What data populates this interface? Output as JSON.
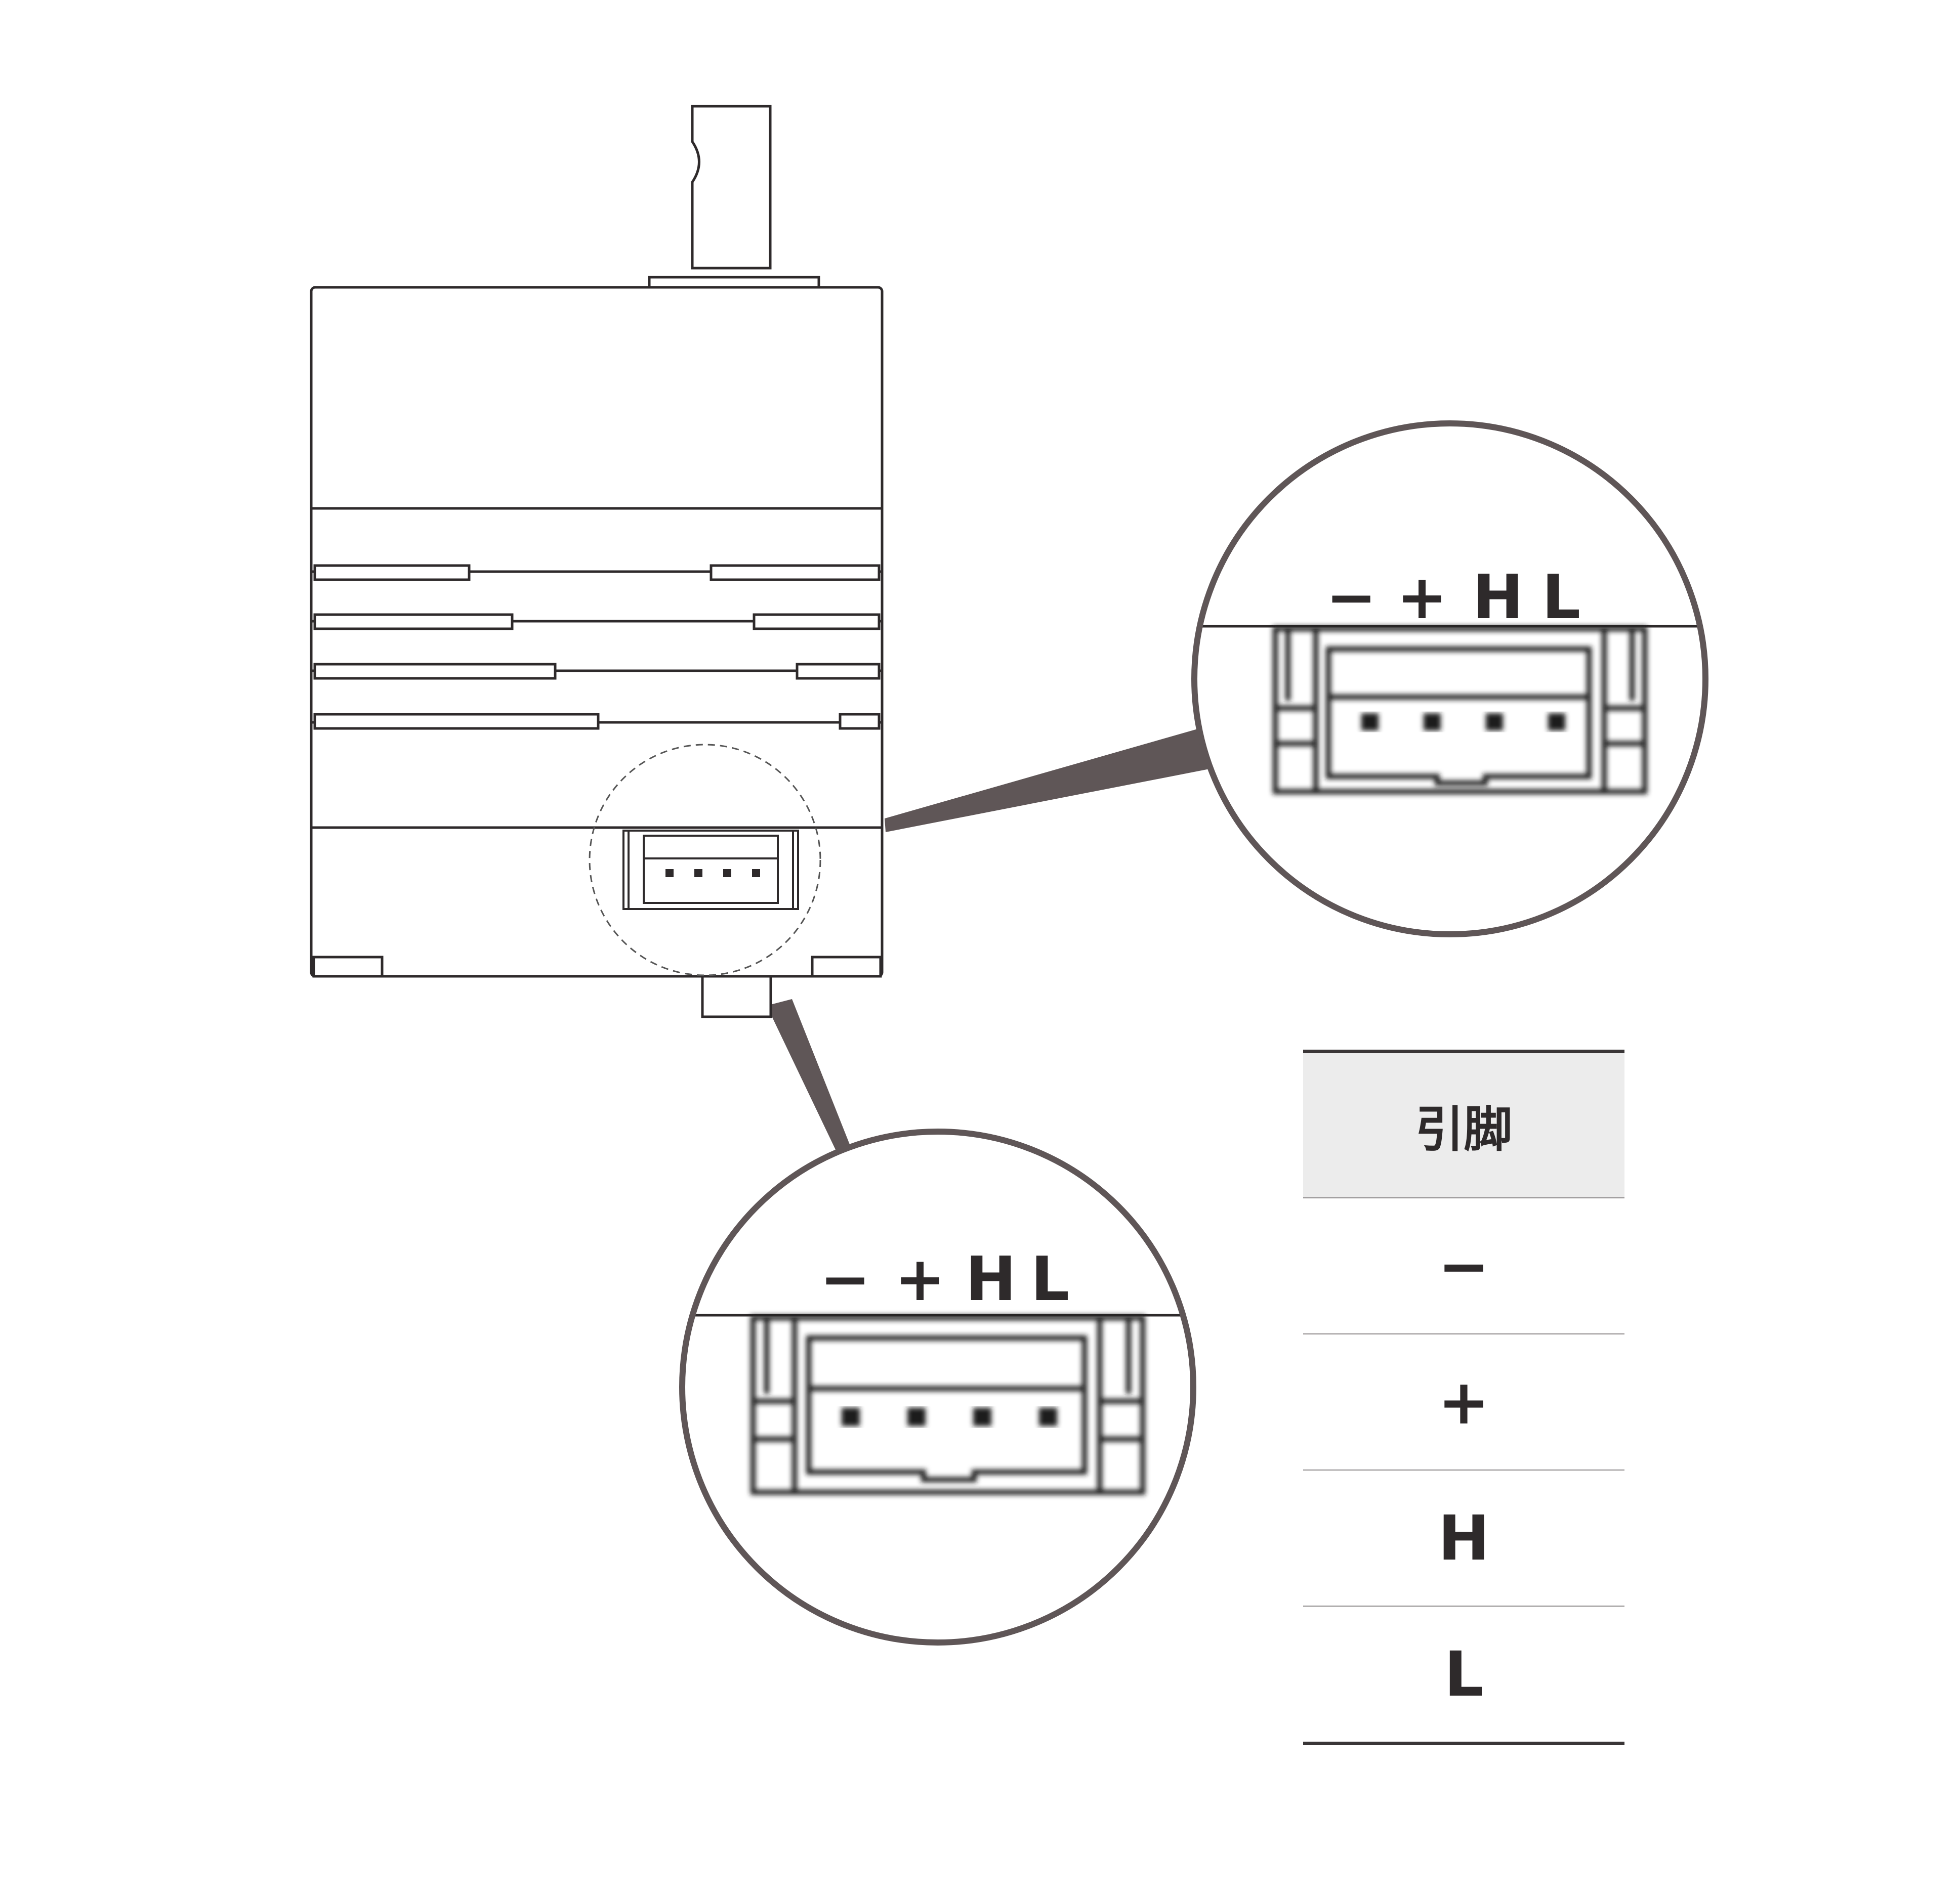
{
  "zoom_top": {
    "labels": [
      "−",
      "+",
      "H",
      "L"
    ]
  },
  "zoom_bottom": {
    "labels": [
      "−",
      "+",
      "H",
      "L"
    ]
  },
  "pin_table": {
    "header": "引脚",
    "rows": [
      "−",
      "+",
      "H",
      "L"
    ]
  },
  "colors": {
    "outline": "#2e2a2b",
    "callout": "#5f5657",
    "table_header_bg": "#ececec"
  }
}
